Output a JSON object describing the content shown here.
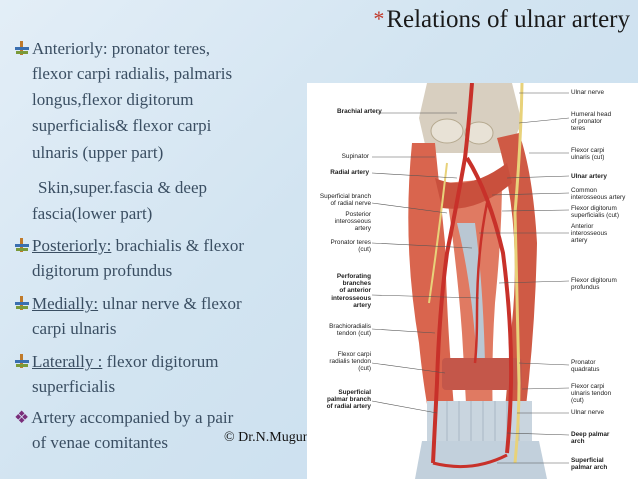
{
  "title": {
    "star": "*",
    "text": "Relations of ulnar artery"
  },
  "bullets": {
    "anterior": {
      "lines": [
        "Anteriorly: pronator teres,",
        "flexor carpi radialis, palmaris",
        "longus,flexor digitorum",
        "superficialis& flexor carpi",
        "ulnaris (upper part)"
      ]
    },
    "anterior_lower": {
      "lines": [
        "Skin,super.fascia & deep",
        "fascia(lower part)"
      ]
    },
    "posterior": {
      "label": "Posteriorly:",
      "rest": " brachialis & flexor",
      "line2": "digitorum profundus"
    },
    "medial": {
      "label": "Medially:",
      "rest": " ulnar nerve & flexor",
      "line2": "carpi ulnaris"
    },
    "lateral": {
      "label": "Laterally :",
      "rest": " flexor digitorum",
      "line2": "superficialis"
    },
    "venae": {
      "glyph": "❖",
      "line1": "Artery accompanied by a pair",
      "line2": "of venae comitantes"
    }
  },
  "credit": "© Dr.N.Mugunthan",
  "figure": {
    "left_labels": [
      "Brachial artery",
      "Supinator",
      "Radial artery",
      "Superficial branch\nof radial nerve",
      "Posterior\ninterosseous\nartery",
      "Pronator teres\n(cut)",
      "Perforating\nbranches\nof anterior\ninterosseous\nartery",
      "Brachioradialis\ntendon (cut)",
      "Flexor carpi\nradialis tendon\n(cut)",
      "Superficial\npalmar branch\nof radial artery"
    ],
    "right_labels": [
      "Ulnar nerve",
      "Humeral head\nof pronator\nteres",
      "Flexor carpi\nulnaris (cut)",
      "Ulnar artery",
      "Common\ninterosseous artery",
      "Flexor digitorum\nsuperficialis (cut)",
      "Anterior\ninterosseous\nartery",
      "Flexor digitorum\nprofundus",
      "Pronator\nquadratus",
      "Flexor carpi\nulnaris tendon\n(cut)",
      "Ulnar nerve",
      "Deep palmar\narch",
      "Superficial\npalmar arch"
    ],
    "colors": {
      "muscle": "#d9654e",
      "artery": "#c8312a",
      "nerve": "#e8d27a",
      "bone": "#d8cfc0",
      "membrane": "#b9c7d3"
    }
  }
}
